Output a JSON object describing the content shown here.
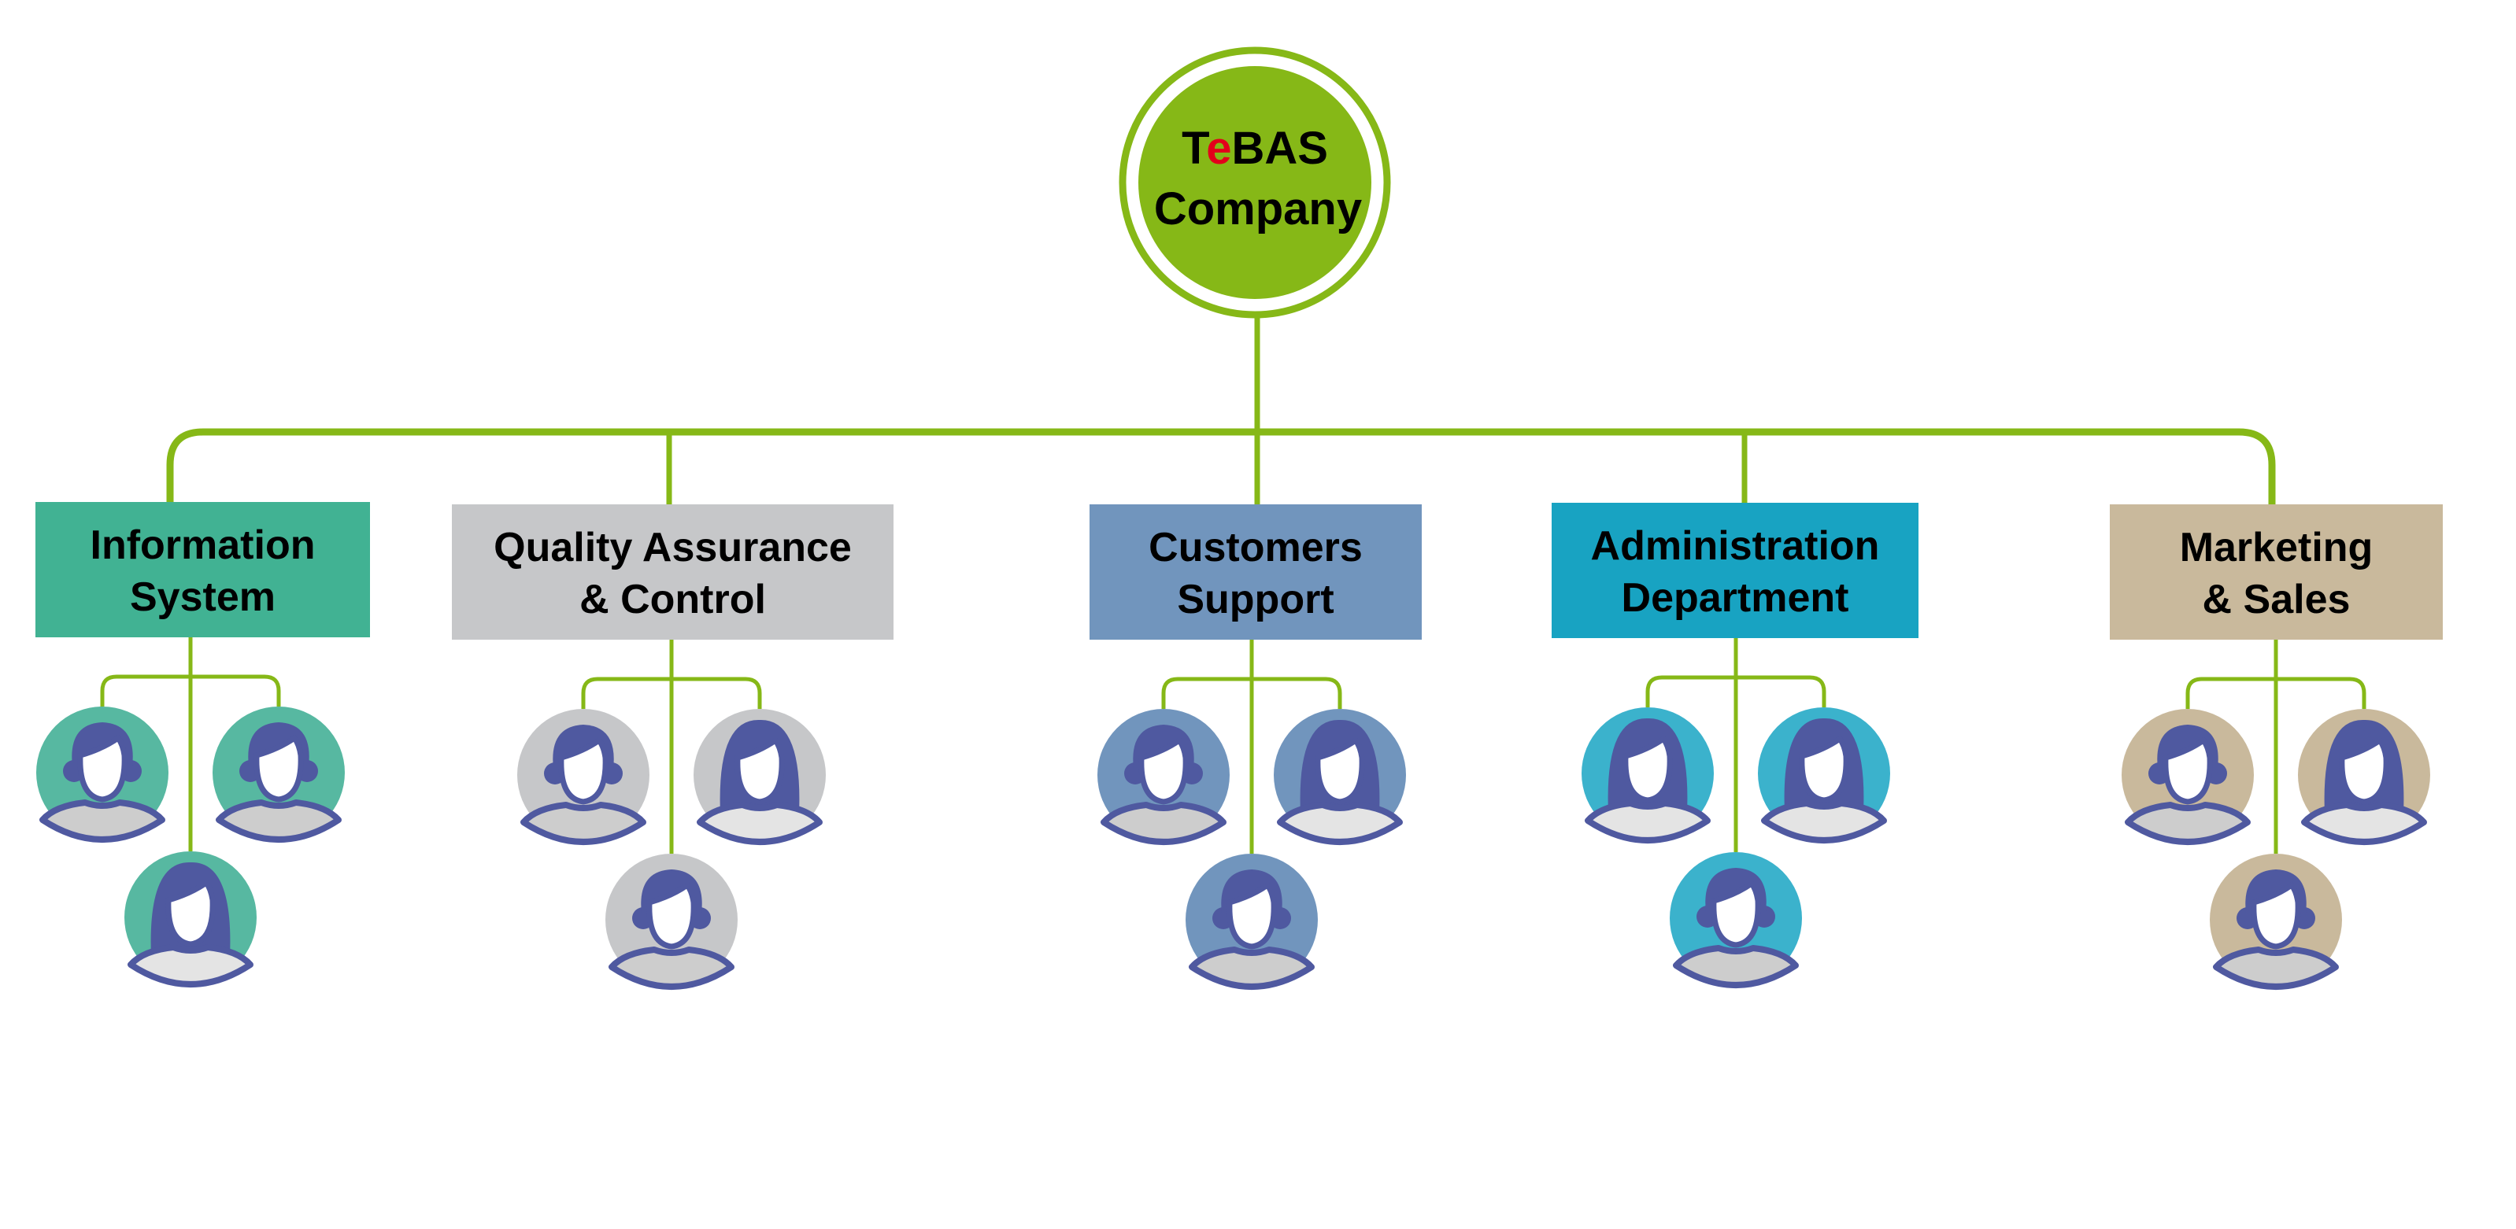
{
  "root": {
    "title_prefix": "T",
    "title_highlight": "e",
    "title_suffix": "BAS",
    "subtitle": "Company",
    "fill": "#86b817",
    "highlight_color": "#e3001b"
  },
  "connector_color": "#86b817",
  "avatar_outline": "#4f59a0",
  "shirt_colors": {
    "male": "#cdcdcd",
    "female": "#e4e4e4"
  },
  "departments": [
    {
      "id": "information-system",
      "lines": [
        "Information",
        "System"
      ],
      "box_color": "#41b293",
      "avatar_color": "#57b8a1",
      "members": [
        "male",
        "male",
        "female"
      ]
    },
    {
      "id": "quality-assurance-control",
      "lines": [
        "Quality Assurance",
        "& Control"
      ],
      "box_color": "#c6c7c9",
      "avatar_color": "#c6c7c9",
      "members": [
        "male",
        "female",
        "male"
      ]
    },
    {
      "id": "customers-support",
      "lines": [
        "Customers",
        "Support"
      ],
      "box_color": "#7195bd",
      "avatar_color": "#7195bd",
      "members": [
        "male",
        "female",
        "male"
      ]
    },
    {
      "id": "administration-department",
      "lines": [
        "Administration",
        "Department"
      ],
      "box_color": "#18a3c2",
      "avatar_color": "#3bb2cc",
      "members": [
        "female",
        "female",
        "male"
      ]
    },
    {
      "id": "marketing-sales",
      "lines": [
        "Marketing",
        "& Sales"
      ],
      "box_color": "#c9b99c",
      "avatar_color": "#c9b99c",
      "members": [
        "male",
        "female",
        "male"
      ]
    }
  ]
}
